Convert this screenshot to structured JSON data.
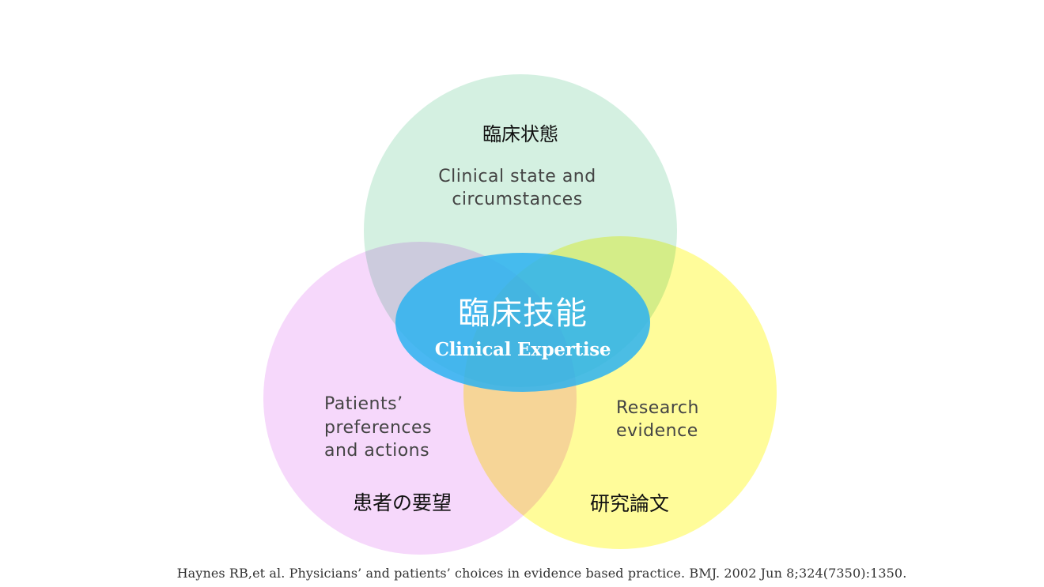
{
  "diagram": {
    "type": "venn",
    "colors": {
      "clinical_state": "#d4f0e1",
      "patient_preferences": "#f6d8fb",
      "research_evidence": "#fffc9a",
      "clinical_expertise": "#2db2f0",
      "background": "#ffffff",
      "japanese_text": "#111111",
      "english_text": "#444444",
      "center_text": "#ffffff"
    },
    "sets": {
      "clinical_state": {
        "label_jp": "臨床状態",
        "label_en_lines": [
          "Clinical state and",
          "circumstances"
        ]
      },
      "patient_preferences": {
        "label_jp": "患者の要望",
        "label_en_lines": [
          "Patients’",
          "preferences",
          "and actions"
        ]
      },
      "research_evidence": {
        "label_jp": "研究論文",
        "label_en_lines": [
          "Research",
          "evidence"
        ]
      },
      "clinical_expertise": {
        "label_jp": "臨床技能",
        "label_en": "Clinical Expertise"
      }
    }
  },
  "citation": "Haynes RB,et al. Physicians’ and patients’ choices in evidence based practice. BMJ. 2002 Jun 8;324(7350):1350."
}
